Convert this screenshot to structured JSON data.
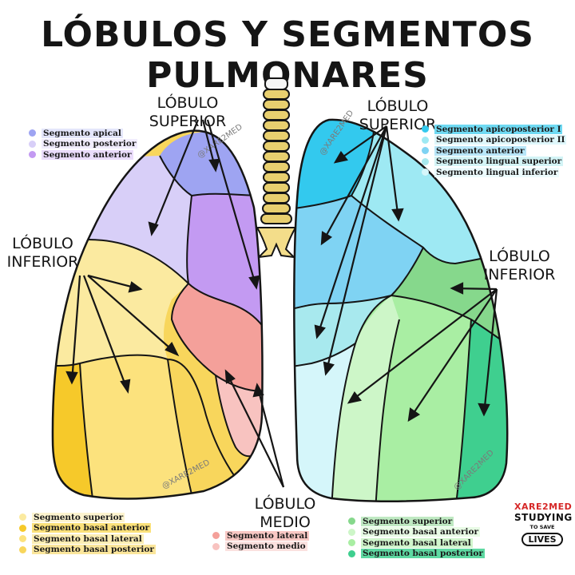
{
  "title": "LÓBULOS Y SEGMENTOS PULMONARES",
  "labels": {
    "right_superior": "LÓBULO SUPERIOR",
    "left_superior": "LÓBULO SUPERIOR",
    "right_inferior_1": "LÓBULO",
    "right_inferior_2": "INFERIOR",
    "left_inferior_1": "LÓBULO",
    "left_inferior_2": "INFERIOR",
    "medio": "LÓBULO MEDIO"
  },
  "legends": {
    "right_superior": [
      {
        "text": "Segmento apical",
        "color": "#9ea4f2"
      },
      {
        "text": "Segmento posterior",
        "color": "#d8cff8"
      },
      {
        "text": "Segmento anterior",
        "color": "#c39af2"
      }
    ],
    "left_superior": [
      {
        "text": "Segmento apicoposterior I",
        "color": "#33c9ee"
      },
      {
        "text": "Segmento apicoposterior II",
        "color": "#9ee9f3"
      },
      {
        "text": "Segmento anterior",
        "color": "#7fd3f3"
      },
      {
        "text": "Segmento lingual superior",
        "color": "#a8e9ee"
      },
      {
        "text": "Segmento lingual inferior",
        "color": "#d5f6fa"
      }
    ],
    "right_inferior": [
      {
        "text": "Segmento superior",
        "color": "#fbeaa0"
      },
      {
        "text": "Segmento basal anterior",
        "color": "#f6c92a"
      },
      {
        "text": "Segmento basal lateral",
        "color": "#fce27d"
      },
      {
        "text": "Segmento basal posterior",
        "color": "#f8d65c"
      }
    ],
    "medio": [
      {
        "text": "Segmento lateral",
        "color": "#f4a09a"
      },
      {
        "text": "Segmento medio",
        "color": "#f8c3c0"
      }
    ],
    "left_inferior": [
      {
        "text": "Segmento superior",
        "color": "#86d88c"
      },
      {
        "text": "Segmento basal anterior",
        "color": "#cdf6c8"
      },
      {
        "text": "Segmento basal lateral",
        "color": "#a9eea3"
      },
      {
        "text": "Segmento basal posterior",
        "color": "#3fcf8f"
      }
    ]
  },
  "watermark": "@XARE2MED",
  "logo": {
    "line1": "XARE2MED",
    "line2": "STUDYING",
    "line3": "TO SAVE",
    "line4": "LIVES"
  }
}
